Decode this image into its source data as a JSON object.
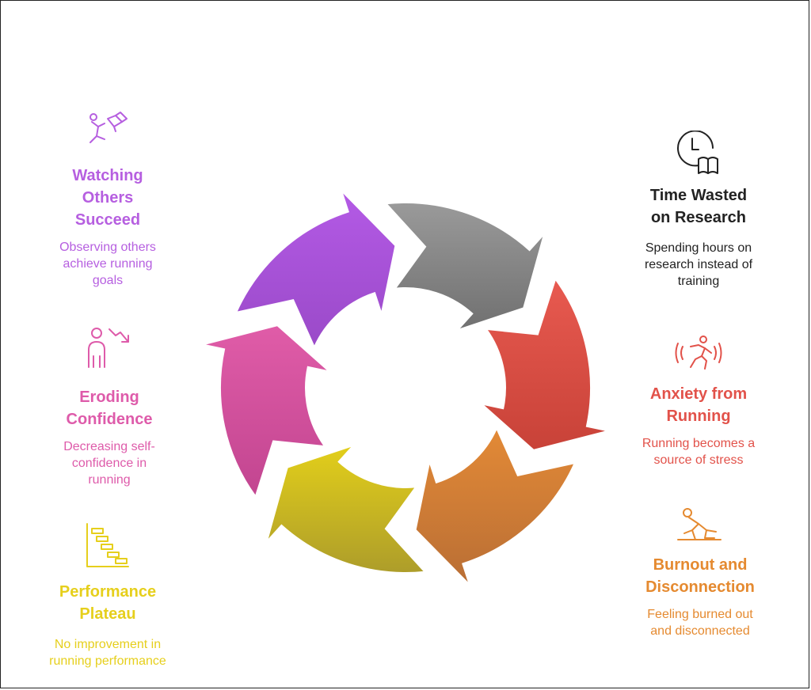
{
  "colors": {
    "purple": "#B65FE0",
    "pink": "#DE5BAA",
    "yellow": "#E6CF1C",
    "orange": "#E58A30",
    "red": "#E2524A",
    "gray": "#8A8A8A",
    "dark": "#222222"
  },
  "cycle": {
    "segments": [
      {
        "name": "gray",
        "color_top": "#9a9a9a",
        "color_bottom": "#707070"
      },
      {
        "name": "red",
        "color_top": "#e85a50",
        "color_bottom": "#c84238"
      },
      {
        "name": "orange",
        "color_top": "#e38a36",
        "color_bottom": "#b96e35"
      },
      {
        "name": "yellow",
        "color_top": "#e3cf1a",
        "color_bottom": "#ad9d2a"
      },
      {
        "name": "pink",
        "color_top": "#e05ca8",
        "color_bottom": "#c24590"
      },
      {
        "name": "purple",
        "color_top": "#b45ae6",
        "color_bottom": "#9a4ac8"
      }
    ]
  },
  "items": {
    "watching": {
      "title": "Watching\nOthers\nSucceed",
      "desc": "Observing others\nachieve running\ngoals",
      "icon": "person-watching-book-icon",
      "color": "#B65FE0"
    },
    "eroding": {
      "title": "Eroding\nConfidence",
      "desc": "Decreasing self-\nconfidence in\nrunning",
      "icon": "person-declining-arrow-icon",
      "color": "#DE5BAA"
    },
    "plateau": {
      "title": "Performance\nPlateau",
      "desc": "No improvement in\nrunning performance",
      "icon": "gantt-chart-icon",
      "color": "#E6CF1C"
    },
    "research": {
      "title": "Time Wasted\non Research",
      "desc": "Spending hours on\nresearch instead of\ntraining",
      "icon": "clock-book-icon",
      "color": "#222222"
    },
    "anxiety": {
      "title": "Anxiety from\nRunning",
      "desc": "Running becomes a\nsource of stress",
      "icon": "anxious-runner-icon",
      "color": "#E2524A"
    },
    "burnout": {
      "title": "Burnout and\nDisconnection",
      "desc": "Feeling burned out\nand disconnected",
      "icon": "exhausted-person-icon",
      "color": "#E58A30"
    }
  }
}
